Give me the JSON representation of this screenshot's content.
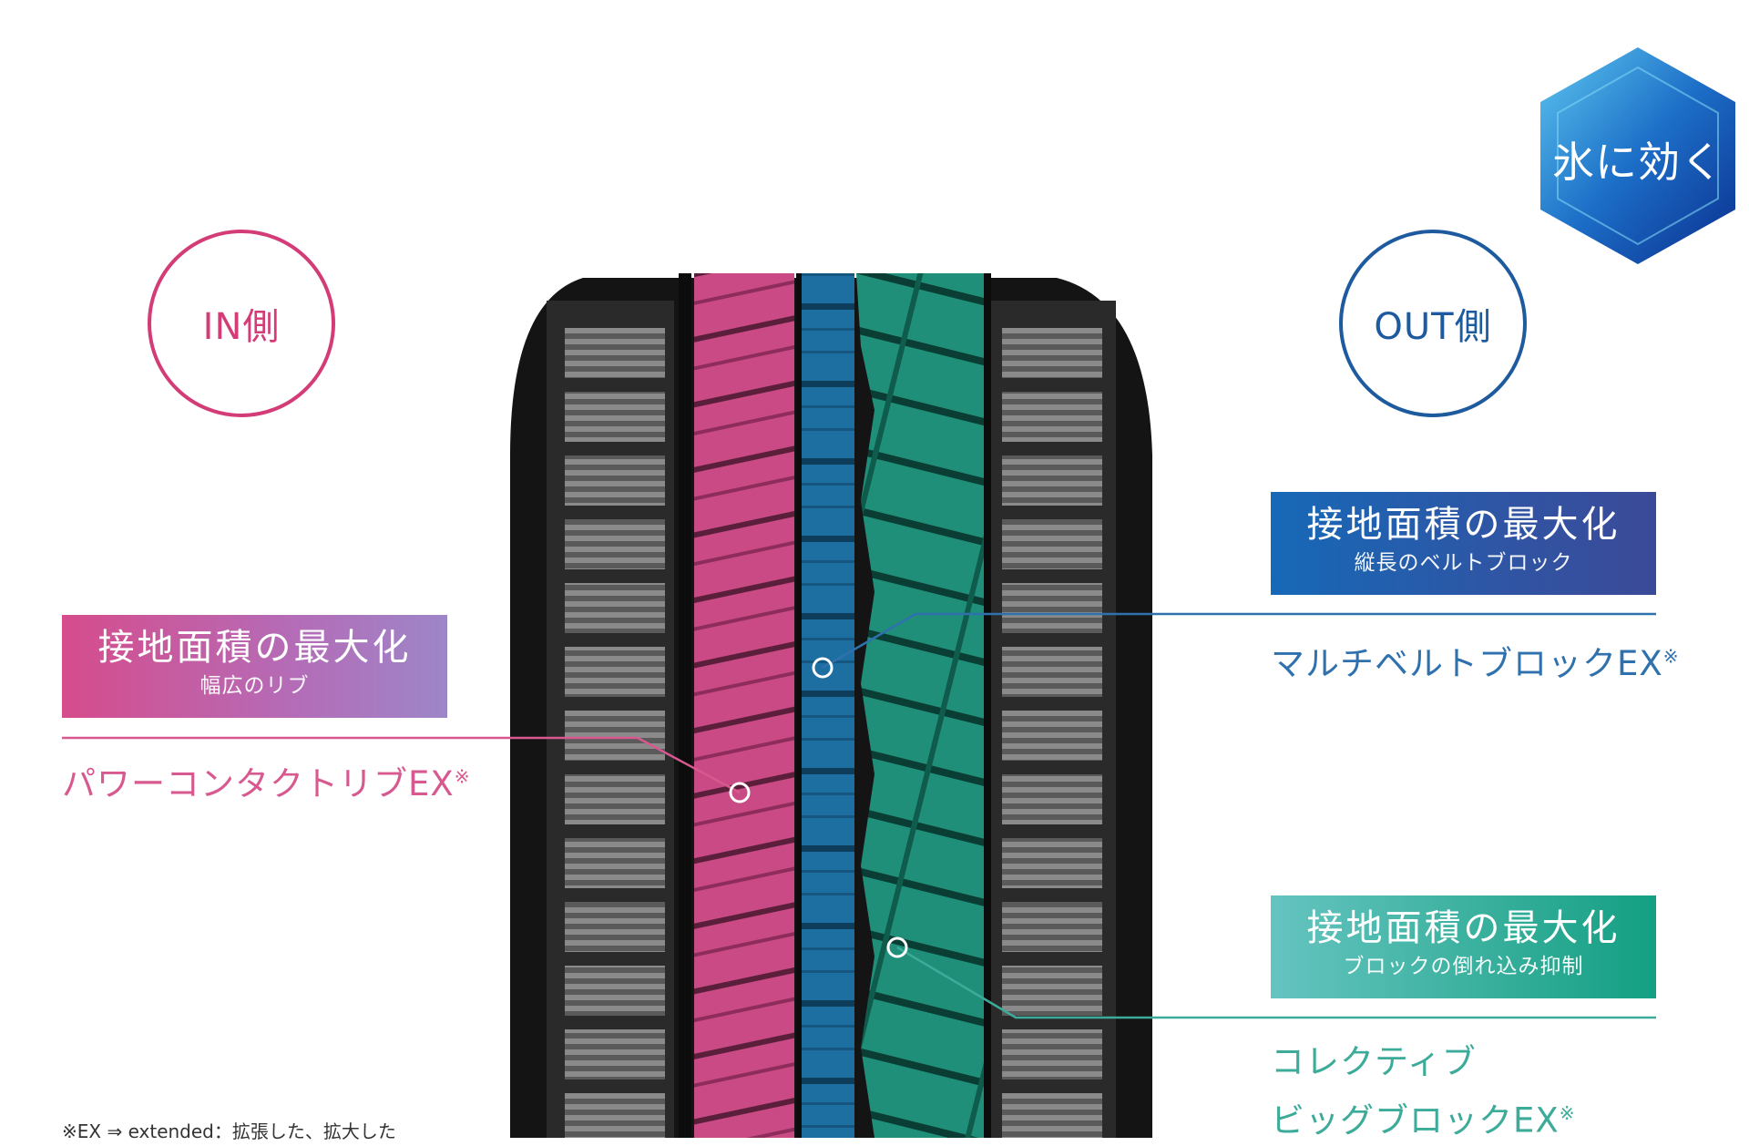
{
  "badge": {
    "label": "氷に効く"
  },
  "in_side": {
    "label": "IN側",
    "color": "#d33c77"
  },
  "out_side": {
    "label": "OUT側",
    "color": "#1d5a9e"
  },
  "callouts": {
    "in": {
      "title": "接地面積の最大化",
      "sub": "幅広のリブ",
      "feature": "パワーコンタクトリブEX",
      "mark": "※",
      "color": "#d8598f"
    },
    "belt": {
      "title": "接地面積の最大化",
      "sub": "縦長のベルトブロック",
      "feature": "マルチベルトブロックEX",
      "mark": "※",
      "color": "#2f71ad"
    },
    "block": {
      "title": "接地面積の最大化",
      "sub": "ブロックの倒れ込み抑制",
      "feature_line1": "コレクティブ",
      "feature_line2": "ビッグブロックEX",
      "mark": "※",
      "color": "#3cab9a"
    }
  },
  "footnote": "※EX ⇒ extended：拡張した、拡大した",
  "colors": {
    "pink_rib": "#c94a84",
    "blue_belt": "#1c6fa0",
    "green_block": "#1f8f79",
    "tire": "#141414"
  }
}
